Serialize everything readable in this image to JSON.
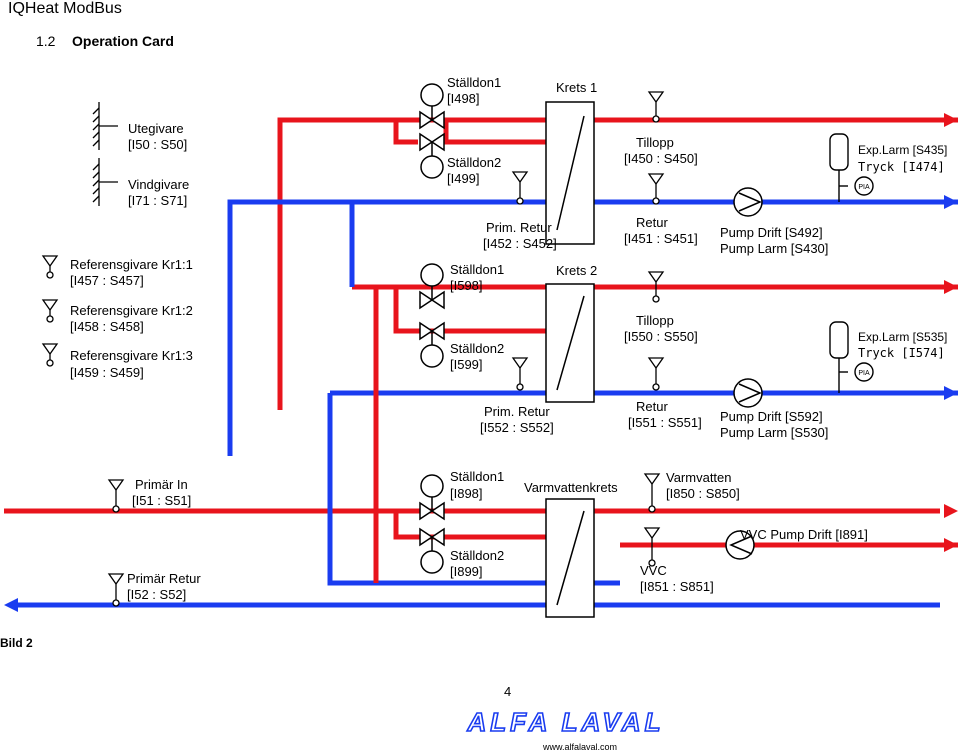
{
  "header": {
    "app_title": "IQHeat ModBus",
    "section_number": "1.2",
    "section_title": "Operation Card"
  },
  "figure_label": "Bild 2",
  "page_number": "4",
  "logo": {
    "brand": "ALFA LAVAL",
    "url": "www.alfalaval.com"
  },
  "pia_label": "PIA",
  "sensors_left": {
    "outdoor": {
      "name": "Utegivare",
      "code": "[I50 : S50]"
    },
    "wind": {
      "name": "Vindgivare",
      "code": "[I71 : S71]"
    },
    "ref1": {
      "name": "Referensgivare Kr1:1",
      "code": "[I457 : S457]"
    },
    "ref2": {
      "name": "Referensgivare Kr1:2",
      "code": "[I458 : S458]"
    },
    "ref3": {
      "name": "Referensgivare Kr1:3",
      "code": "[I459 : S459]"
    }
  },
  "circuit1": {
    "title": "Krets 1",
    "actuator1": {
      "name": "Ställdon1",
      "code": "[I498]"
    },
    "actuator2": {
      "name": "Ställdon2",
      "code": "[I499]"
    },
    "prim_return": {
      "name": "Prim. Retur",
      "code": "[I452 : S452]"
    },
    "supply": {
      "name": "Tillopp",
      "code": "[I450 : S450]"
    },
    "return": {
      "name": "Retur",
      "code": "[I451 : S451]"
    },
    "pump": {
      "run": "Pump Drift [S492]",
      "alarm": "Pump Larm [S430]"
    },
    "exp_alarm": "Exp.Larm [S435]",
    "pressure": "Tryck [I474]"
  },
  "circuit2": {
    "title": "Krets 2",
    "actuator1": {
      "name": "Ställdon1",
      "code": "[I598]"
    },
    "actuator2": {
      "name": "Ställdon2",
      "code": "[I599]"
    },
    "prim_return": {
      "name": "Prim. Retur",
      "code": "[I552 : S552]"
    },
    "supply": {
      "name": "Tillopp",
      "code": "[I550 : S550]"
    },
    "return": {
      "name": "Retur",
      "code": "[I551 : S551]"
    },
    "pump": {
      "run": "Pump Drift [S592]",
      "alarm": "Pump Larm [S530]"
    },
    "exp_alarm": "Exp.Larm [S535]",
    "pressure": "Tryck [I574]"
  },
  "primary": {
    "in": {
      "name": "Primär In",
      "code": "[I51 : S51]"
    },
    "return": {
      "name": "Primär Retur",
      "code": "[I52 : S52]"
    }
  },
  "hot_water": {
    "title": "Varmvattenkrets",
    "actuator1": {
      "name": "Ställdon1",
      "code": "[I898]"
    },
    "actuator2": {
      "name": "Ställdon2",
      "code": "[I899]"
    },
    "hot": {
      "name": "Varmvatten",
      "code": "[I850 : S850]"
    },
    "vvc_pump": "VVC Pump Drift [I891]",
    "vvc": {
      "name": "VVC",
      "code": "[I851 : S851]"
    }
  },
  "colors": {
    "supply_pipe": "#e8141c",
    "return_pipe": "#1a3cf0",
    "line": "#000000"
  }
}
